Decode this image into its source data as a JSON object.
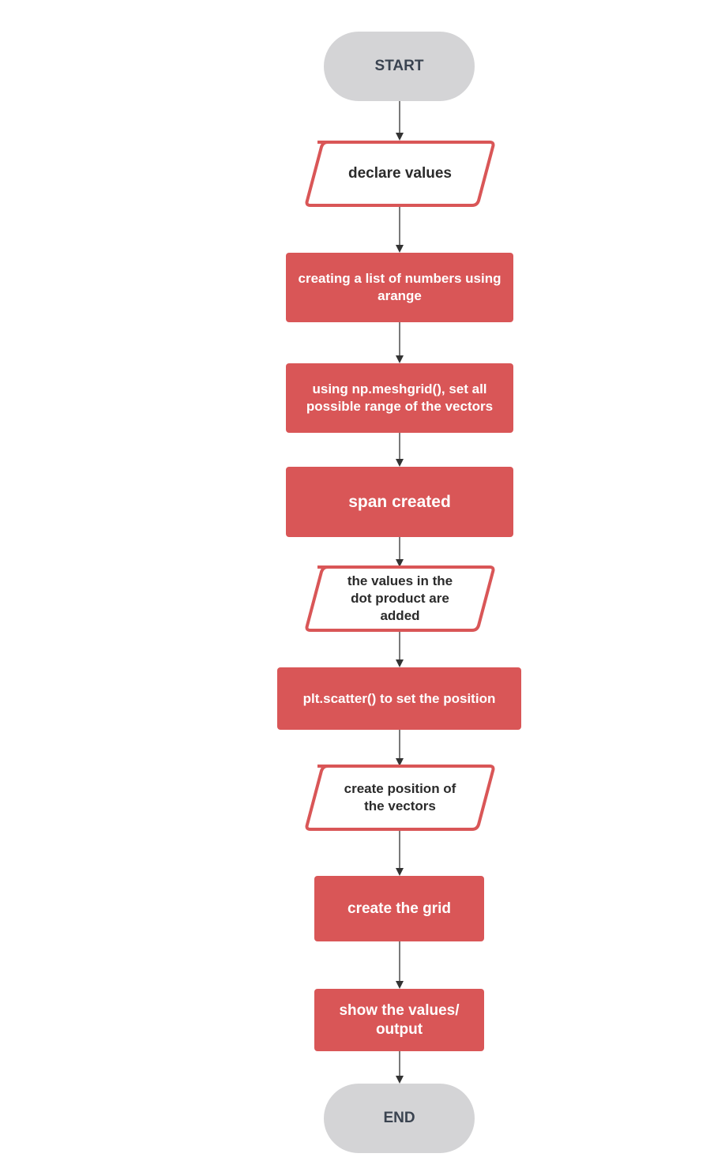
{
  "flowchart": {
    "start": "START",
    "declare_values": "declare values",
    "arange_step": "creating a list of numbers using arange",
    "meshgrid_step": "using np.meshgrid(), set all possible range of the vectors",
    "span_created": "span created",
    "dot_product": "the values in the dot product are added",
    "scatter_step": "plt.scatter() to set the position",
    "position_vectors": "create position of the vectors",
    "create_grid": "create the grid",
    "show_output": "show the values/ output",
    "end": "END"
  },
  "colors": {
    "terminal_fill": "#d4d4d6",
    "terminal_text": "#3a4350",
    "process_fill": "#d95657",
    "io_border": "#d95657",
    "connector": "#333333"
  }
}
